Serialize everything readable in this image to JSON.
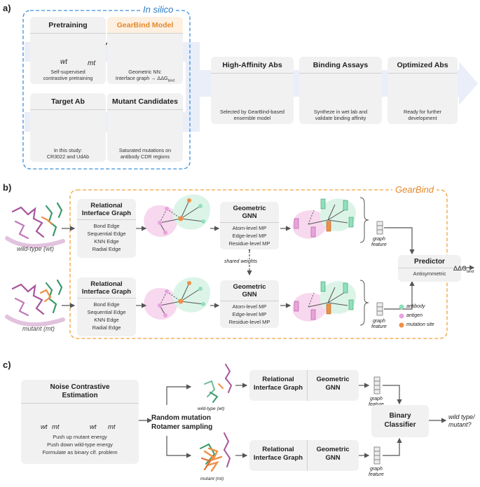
{
  "panels": {
    "a": "a)",
    "b": "b)",
    "c": "c)"
  },
  "a": {
    "in_silico_label": "In silico",
    "pretraining": {
      "title": "Pretraining",
      "wt": "wt",
      "mt": "mt",
      "sub1": "Self-supervised",
      "sub2": "contrastive pretraining"
    },
    "gearbind_model": {
      "title": "GearBind Model",
      "sub1": "Geometric NN:",
      "sub2": "Interface graph → ΔΔG",
      "sub2_subscript": "bind"
    },
    "target_ab": {
      "title": "Target Ab",
      "sub1": "In this study:",
      "sub2": "CR3022 and UdAb"
    },
    "mutant_candidates": {
      "title": "Mutant Candidates",
      "sub1": "Saturated mutations on",
      "sub2": "antibody CDR regions"
    },
    "high_affinity": {
      "title": "High-Affinity Abs",
      "sub1": "Selected by GearBind-based",
      "sub2": "ensemble model"
    },
    "binding_assays": {
      "title": "Binding Assays",
      "sub1": "Syntheze in wet lab and",
      "sub2": "validate binding affinity"
    },
    "optimized_abs": {
      "title": "Optimized Abs",
      "sub1": "Ready for further",
      "sub2": "development"
    }
  },
  "b": {
    "gearbind_label": "GearBind",
    "wt_label": "wild-type (wt)",
    "mt_label": "mutant (mt)",
    "rig_title1": "Relational",
    "rig_title2": "Interface Graph",
    "edges": [
      "Bond Edge",
      "Sequential Edge",
      "KNN Edge",
      "Radial Edge"
    ],
    "gnn_title1": "Geometric",
    "gnn_title2": "GNN",
    "mps": [
      "Atom-level MP",
      "Edge-level MP",
      "Residue-level MP"
    ],
    "shared_weights": "shared weights",
    "graph": "graph",
    "feature": "feature",
    "predictor": "Predictor",
    "antisymmetric": "Antisymmetric",
    "ddg": "ΔΔG",
    "ddg_sub": "bind",
    "legend": [
      "antibody",
      "antigen",
      "mutation site"
    ],
    "colors": {
      "antibody": "#8fe0bb",
      "antigen": "#e8a3dc",
      "mutation": "#ef8f45",
      "gearbind": "#f0a23a",
      "insilico": "#3b8fd9"
    }
  },
  "c": {
    "nce_title1": "Noise Contrastive",
    "nce_title2": "Estimation",
    "wt": "wt",
    "mt": "mt",
    "nce_lines": [
      "Push up mutant energy",
      "Push down wild-type energy",
      "Formulate as binary clf. problem"
    ],
    "random_mutation": "Random mutation",
    "rotamer_sampling": "Rotamer sampling",
    "wt_label": "wild-type (wt)",
    "mt_label": "mutant (mt)",
    "rig1": "Relational",
    "rig2": "Interface Graph",
    "gnn1": "Geometric",
    "gnn2": "GNN",
    "graph": "graph",
    "feature": "feature",
    "classifier1": "Binary",
    "classifier2": "Classifier",
    "output1": "wild type/",
    "output2": "mutant?"
  }
}
